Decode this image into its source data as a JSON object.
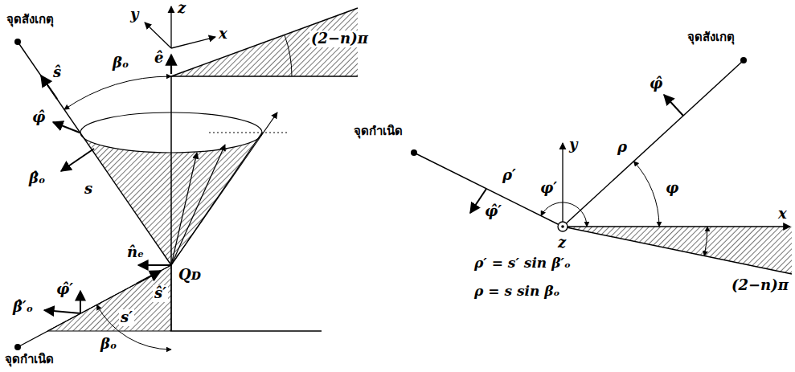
{
  "diagram": {
    "labels": [
      "จุดสังเกตุ",
      "z",
      "y",
      "x",
      "ê",
      "(2−n)π",
      "ŝ",
      "βₒ",
      "φ̂",
      "β̂ₒ",
      "s",
      "n̂ₑ",
      "Qᴅ",
      "ŝ′",
      "φ̂′",
      "s′",
      "β̂′ₒ",
      "βₒ",
      "จุดกำเนิด",
      "จุดสังเกตุ",
      "φ̂",
      "ρ",
      "จุดกำเนิด",
      "y",
      "ρ′",
      "φ′",
      "φ",
      "x",
      "z",
      "(2−n)π",
      "φ̂′",
      "ρ′ = s′ sin β′ₒ",
      "ρ = s sin βₒ"
    ]
  }
}
